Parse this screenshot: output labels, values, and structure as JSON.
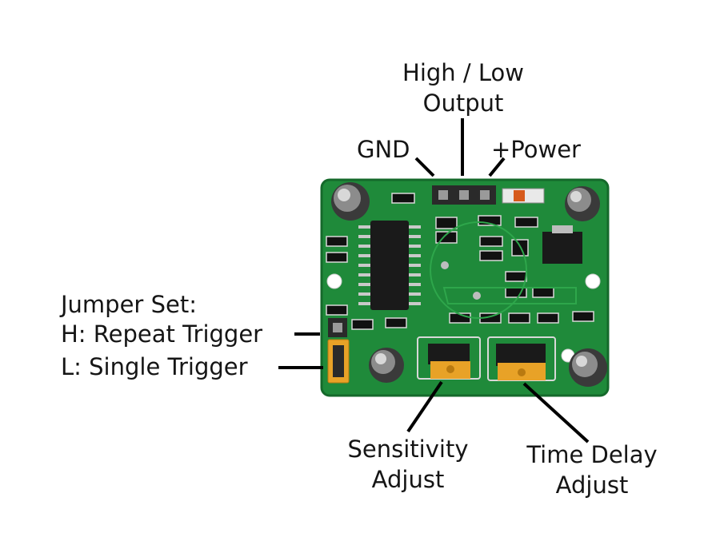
{
  "labels": {
    "high_low_output": [
      "High / Low",
      "Output"
    ],
    "gnd": "GND",
    "power": "+Power",
    "jumper_set": "Jumper Set:",
    "repeat_trigger": "H: Repeat Trigger",
    "single_trigger": "L: Single Trigger",
    "sensitivity_adjust": [
      "Sensitivity",
      "Adjust"
    ],
    "time_delay_adjust": [
      "Time Delay",
      "Adjust"
    ]
  },
  "colors": {
    "pcb": "#1f8a3a",
    "pcb_edge": "#15692b",
    "potentiometer": "#e8a227",
    "jumper": "#e8a227",
    "header": "#2a2a2a",
    "text": "#151515"
  }
}
